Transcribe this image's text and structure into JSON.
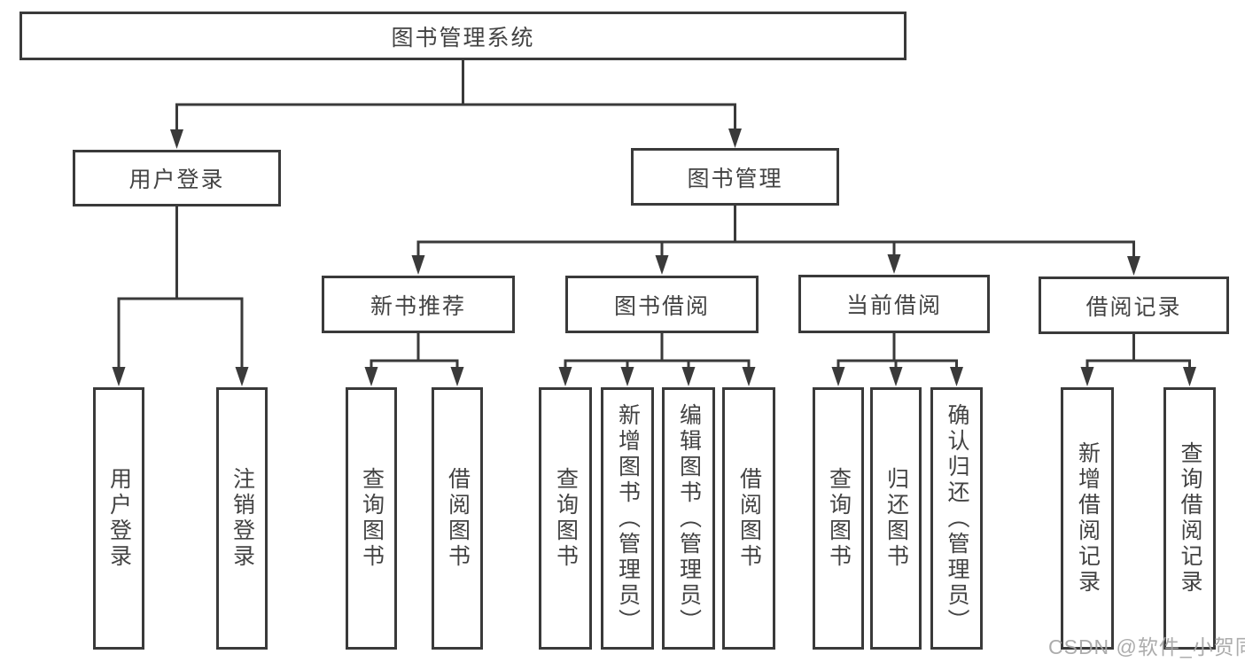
{
  "diagram": {
    "root": {
      "label": "图书管理系统"
    },
    "level2": [
      {
        "label": "用户登录"
      },
      {
        "label": "图书管理"
      }
    ],
    "level3": [
      {
        "label": "新书推荐"
      },
      {
        "label": "图书借阅"
      },
      {
        "label": "当前借阅"
      },
      {
        "label": "借阅记录"
      }
    ],
    "leaves": {
      "user_login": [
        "用户登录",
        "注销登录"
      ],
      "new_book": [
        "查询图书",
        "借阅图书"
      ],
      "book_borrow": [
        "查询图书",
        "新增图书（管理员）",
        "编辑图书（管理员）",
        "借阅图书"
      ],
      "current_borrow": [
        "查询图书",
        "归还图书",
        "确认归还（管理员）"
      ],
      "borrow_records": [
        "新增借阅记录",
        "查询借阅记录"
      ]
    }
  },
  "watermark": "CSDN @软件_小贺同学",
  "colors": {
    "line": "#3a3a3a",
    "text": "#434343",
    "watermark": "#a6a6a6",
    "background": "#ffffff"
  }
}
